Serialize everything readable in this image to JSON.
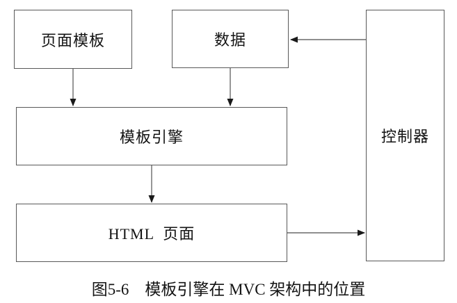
{
  "figure": {
    "boxes": {
      "page_template": {
        "label": "页面模板"
      },
      "data": {
        "label": "数据"
      },
      "controller": {
        "label": "控制器"
      },
      "template_engine": {
        "label": "模板引擎"
      },
      "html_page": {
        "label": "HTML  页面"
      }
    },
    "caption": "图5-6　模板引擎在 MVC 架构中的位置",
    "arrows": [
      {
        "name": "page-template-to-template-engine",
        "direction": "down"
      },
      {
        "name": "data-to-template-engine",
        "direction": "down"
      },
      {
        "name": "controller-to-data",
        "direction": "left"
      },
      {
        "name": "template-engine-to-html-page",
        "direction": "down"
      },
      {
        "name": "html-page-to-controller",
        "direction": "right"
      }
    ],
    "colors": {
      "background": "#ffffff",
      "box_border": "#585858",
      "arrow_line": "#6a6a6a",
      "arrow_head": "#1a1a1a",
      "text": "#131313"
    }
  }
}
